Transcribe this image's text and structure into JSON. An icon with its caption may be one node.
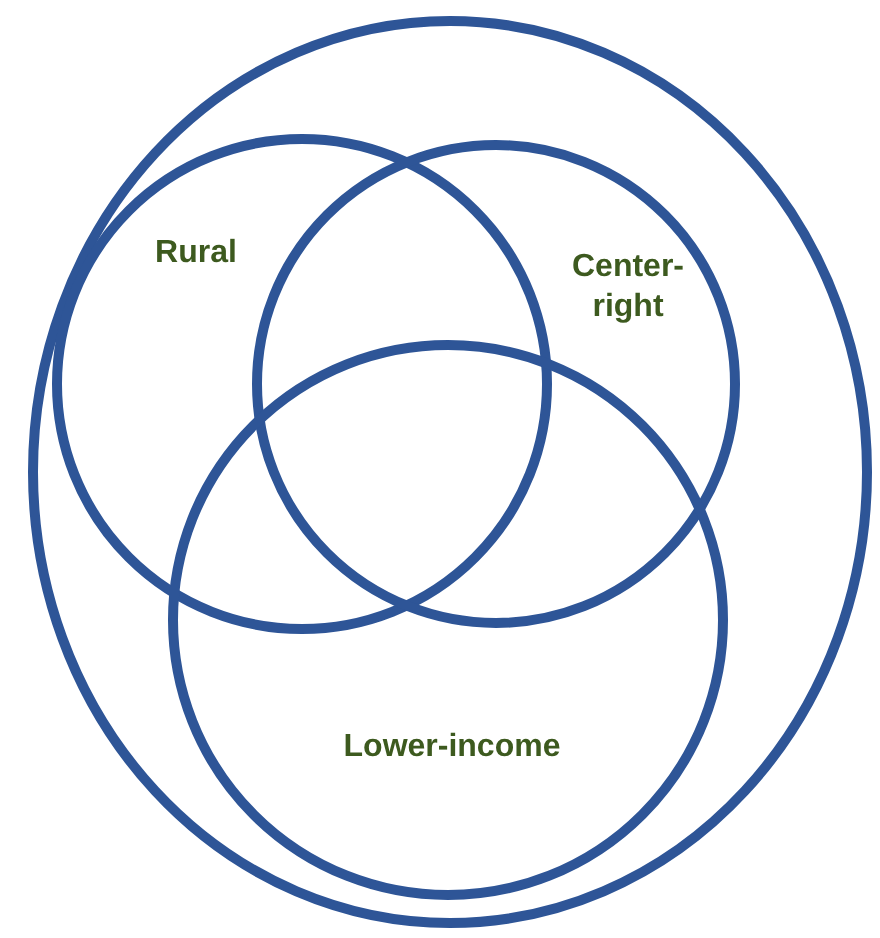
{
  "diagram": {
    "nodes": [
      {
        "text": [],
        "shape": "ellipse"
      },
      {
        "text": [
          "Rural"
        ],
        "in": 0
      },
      {
        "text": [
          "Center-right"
        ],
        "in": 0
      },
      {
        "text": [
          "Lower-income"
        ],
        "in": 0
      }
    ]
  }
}
